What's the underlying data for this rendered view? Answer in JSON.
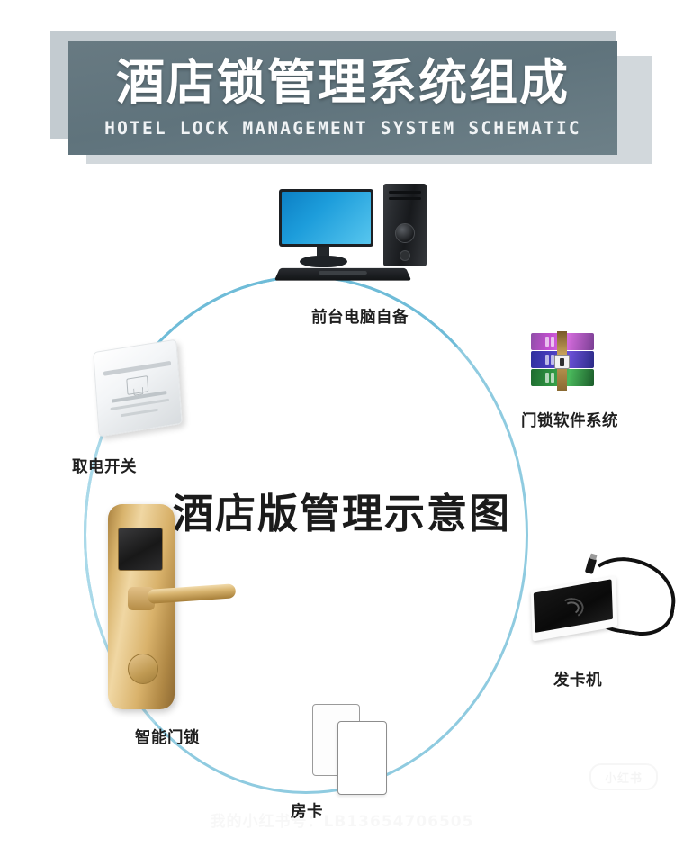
{
  "banner": {
    "title_cn": "酒店锁管理系统组成",
    "title_en": "HOTEL LOCK MANAGEMENT SYSTEM SCHEMATIC"
  },
  "diagram": {
    "center_title": "酒店版管理示意图",
    "ring_color": "#8fcbe0",
    "nodes": [
      {
        "id": "computer",
        "label": "前台电脑自备",
        "icon": "desktop-computer-icon"
      },
      {
        "id": "software",
        "label": "门锁软件系统",
        "icon": "winrar-archive-icon"
      },
      {
        "id": "encoder",
        "label": "发卡机",
        "icon": "card-encoder-icon"
      },
      {
        "id": "cards",
        "label": "房卡",
        "icon": "key-card-icon"
      },
      {
        "id": "lock",
        "label": "智能门锁",
        "icon": "smart-door-lock-icon"
      },
      {
        "id": "switch",
        "label": "取电开关",
        "icon": "power-saver-switch-icon"
      }
    ]
  },
  "watermark": {
    "logo": "小红书",
    "text": "我的小红书号：LB13654706505"
  }
}
